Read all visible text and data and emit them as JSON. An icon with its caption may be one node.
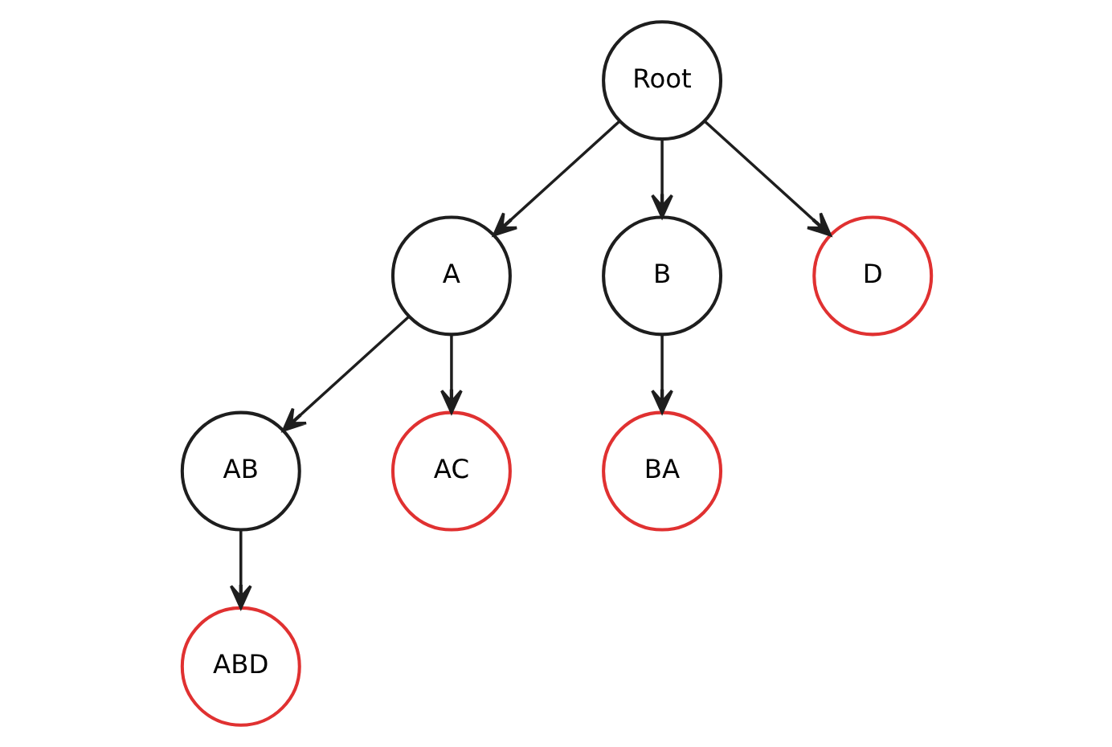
{
  "diagram": {
    "nodes": [
      {
        "text": [
          "Root"
        ]
      },
      {
        "text": [
          "A"
        ]
      },
      {
        "text": [
          "B"
        ]
      },
      {
        "text": [
          "D"
        ]
      },
      {
        "text": [
          "AB"
        ]
      },
      {
        "text": [
          "AC"
        ]
      },
      {
        "text": [
          "BA"
        ]
      },
      {
        "text": [
          "ABD"
        ]
      }
    ],
    "edges": [
      {
        "from": 0,
        "to": 1,
        "arrow": "to"
      },
      {
        "from": 0,
        "to": 2,
        "arrow": "to"
      },
      {
        "from": 0,
        "to": 3,
        "arrow": "to"
      },
      {
        "from": 1,
        "to": 4,
        "arrow": "to"
      },
      {
        "from": 1,
        "to": 5,
        "arrow": "to"
      },
      {
        "from": 2,
        "to": 6,
        "arrow": "to"
      },
      {
        "from": 4,
        "to": 7,
        "arrow": "to"
      }
    ]
  }
}
